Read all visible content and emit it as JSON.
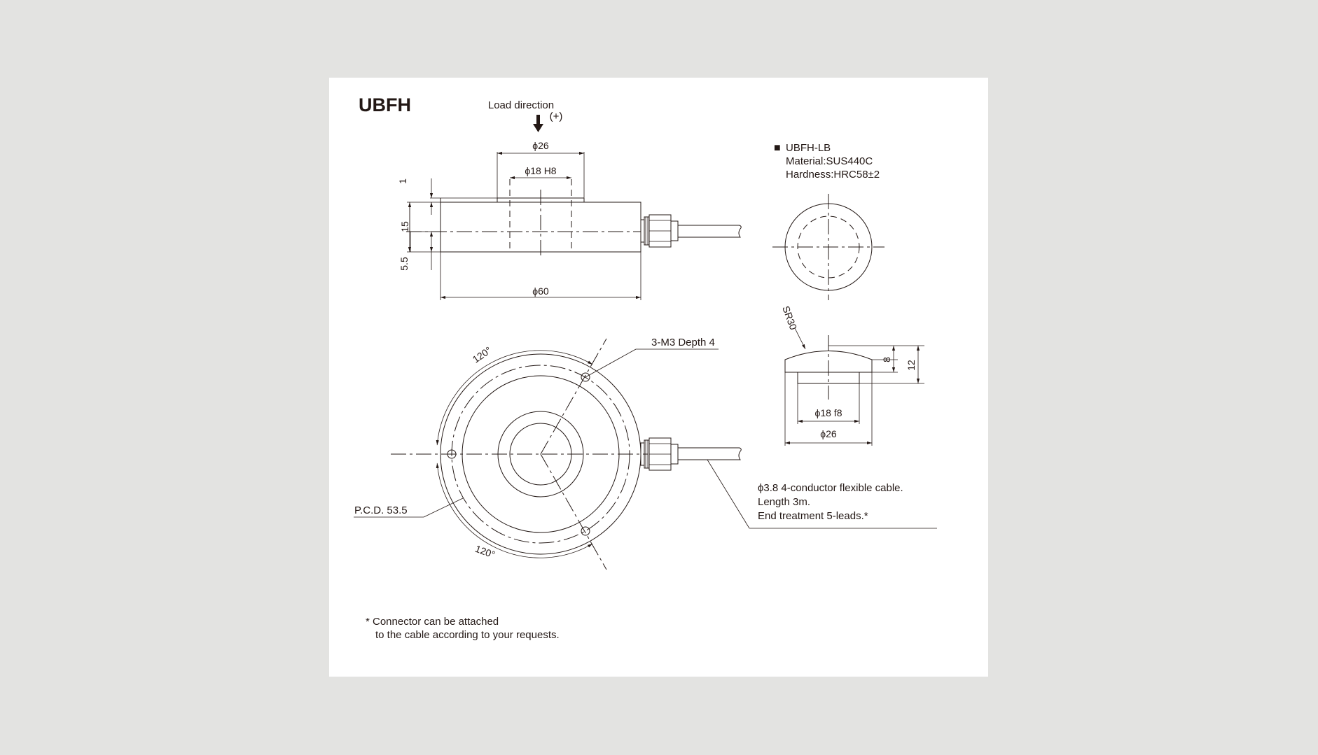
{
  "title": "UBFH",
  "load_direction": {
    "label": "Load direction",
    "sign": "(+)"
  },
  "side_view_dims": {
    "d26": "ϕ26",
    "d18h8": "ϕ18 H8",
    "h1": "1",
    "h15": "15",
    "h55": "5.5",
    "d60": "ϕ60"
  },
  "plan_view": {
    "angle_top": "120°",
    "angle_bottom": "120°",
    "tap_label": "3-M3 Depth 4",
    "pcd_label": "P.C.D. 53.5"
  },
  "cable_note": {
    "line1": "ϕ3.8 4-conductor flexible cable.",
    "line2": "Length 3m.",
    "line3": "End treatment 5-leads.*"
  },
  "button": {
    "marker": "■",
    "name": "UBFH-LB",
    "material": "Material:SUS440C",
    "hardness": "Hardness:HRC58±2",
    "sr": "SR30",
    "h8": "8",
    "h12": "12",
    "d18f8": "ϕ18 f8",
    "d26": "ϕ26"
  },
  "footnote": {
    "line1": "* Connector can be attached",
    "line2": "to the cable according to your requests."
  }
}
